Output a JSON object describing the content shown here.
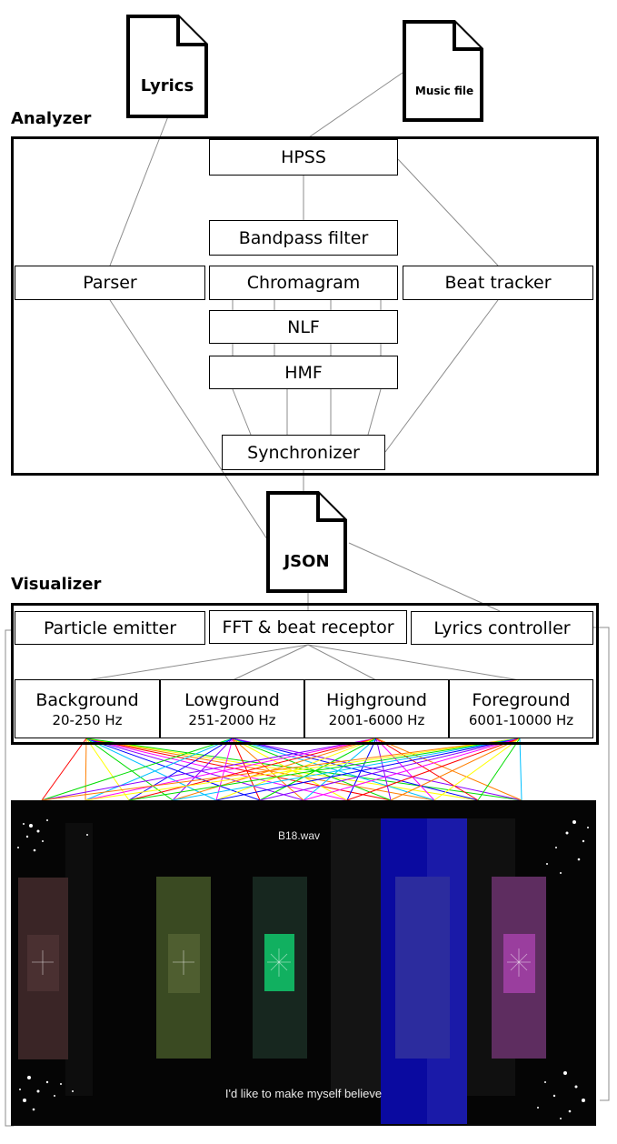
{
  "documents": {
    "lyrics": "Lyrics",
    "music_file": "Music file",
    "json": "JSON"
  },
  "analyzer": {
    "title": "Analyzer",
    "nodes": {
      "hpss": "HPSS",
      "bandpass": "Bandpass filter",
      "parser": "Parser",
      "chromagram": "Chromagram",
      "beat_tracker": "Beat tracker",
      "nlf": "NLF",
      "hmf": "HMF",
      "synchronizer": "Synchronizer"
    }
  },
  "visualizer": {
    "title": "Visualizer",
    "nodes": {
      "particle_emitter": "Particle emitter",
      "fft_receptor": "FFT & beat receptor",
      "lyrics_controller": "Lyrics controller"
    },
    "bands": [
      {
        "name": "Background",
        "range": "20-250 Hz"
      },
      {
        "name": "Lowground",
        "range": "251-2000 Hz"
      },
      {
        "name": "Highground",
        "range": "2001-6000 Hz"
      },
      {
        "name": "Foreground",
        "range": "6001-10000 Hz"
      }
    ]
  },
  "screenshot": {
    "filename": "B18.wav",
    "lyric_line": "I'd like to make myself believe"
  },
  "colors": {
    "connector": "#8c8c8c",
    "band_lines": [
      "#ff0000",
      "#ff7f00",
      "#ffff00",
      "#00dd00",
      "#00c0ff",
      "#0000ff",
      "#8b00ff",
      "#ff00ff"
    ]
  }
}
